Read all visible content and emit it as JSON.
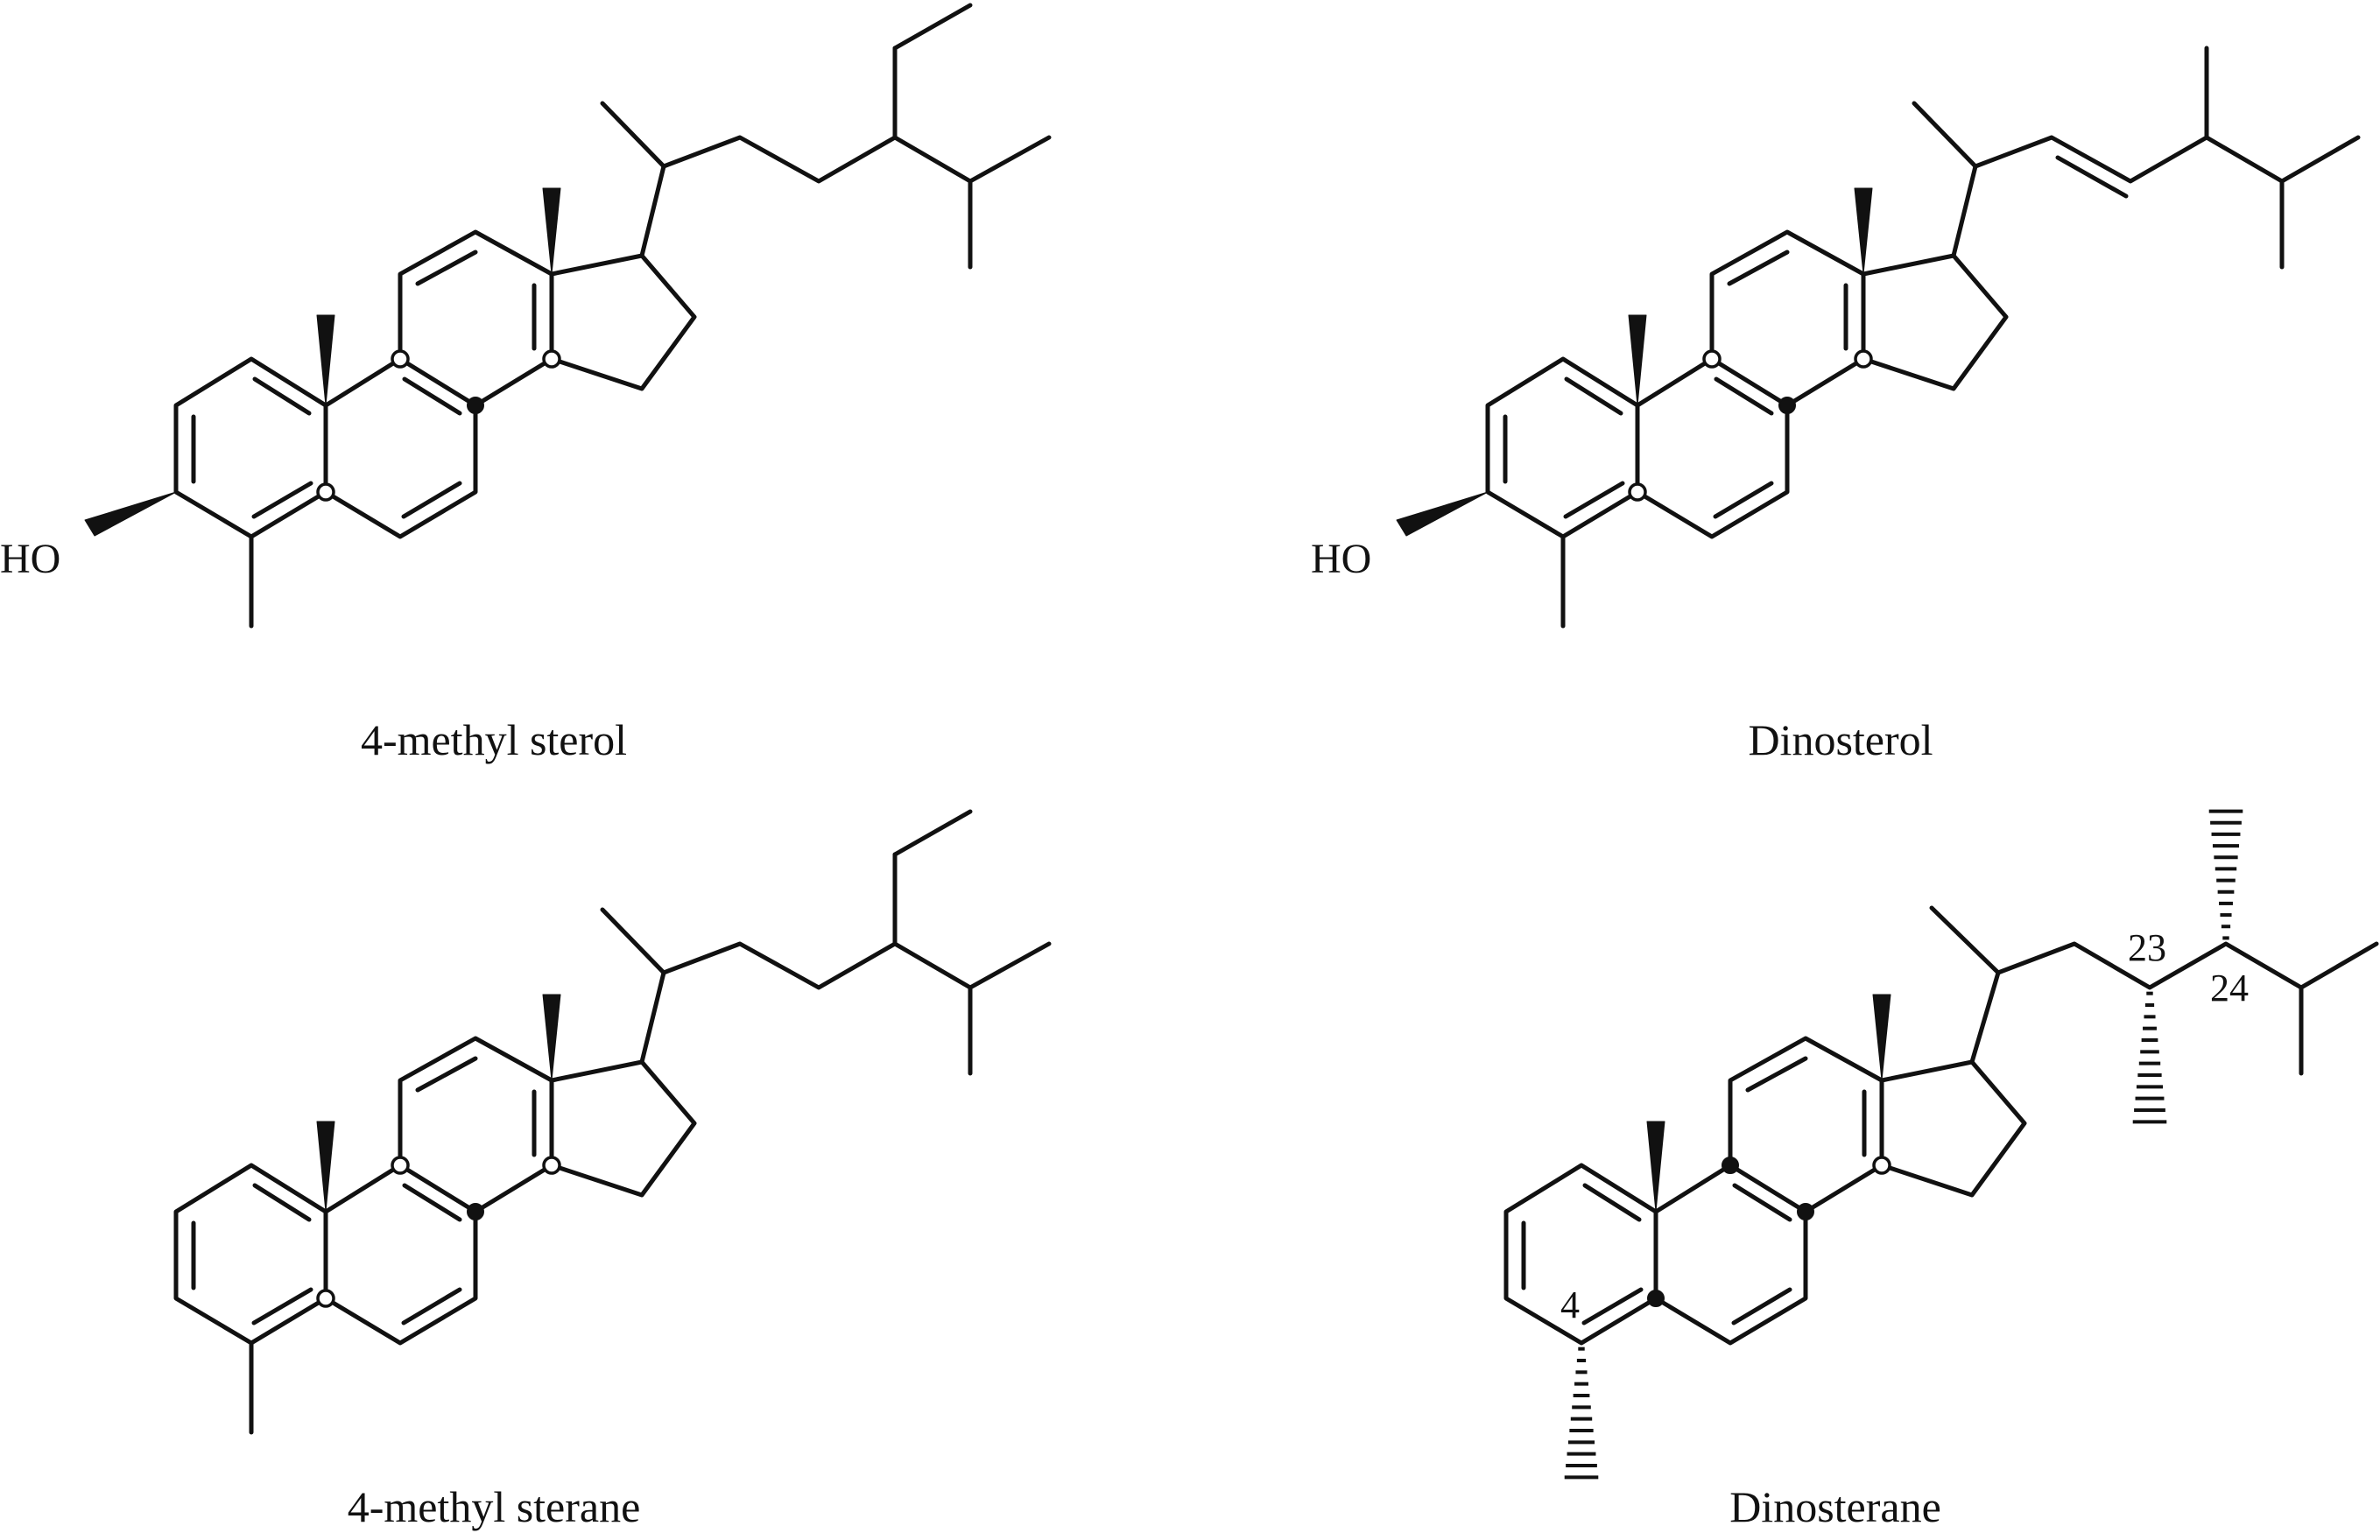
{
  "figure": {
    "panels": [
      {
        "id": "four-methyl-sterol",
        "caption": "4-methyl sterol",
        "hydroxyl_label": "HO"
      },
      {
        "id": "dinosterol",
        "caption": "Dinosterol",
        "hydroxyl_label": "HO"
      },
      {
        "id": "four-methyl-sterane",
        "caption": "4-methyl sterane"
      },
      {
        "id": "dinosterane",
        "caption": "Dinosterane",
        "locants": [
          "4",
          "23",
          "24"
        ]
      }
    ]
  }
}
